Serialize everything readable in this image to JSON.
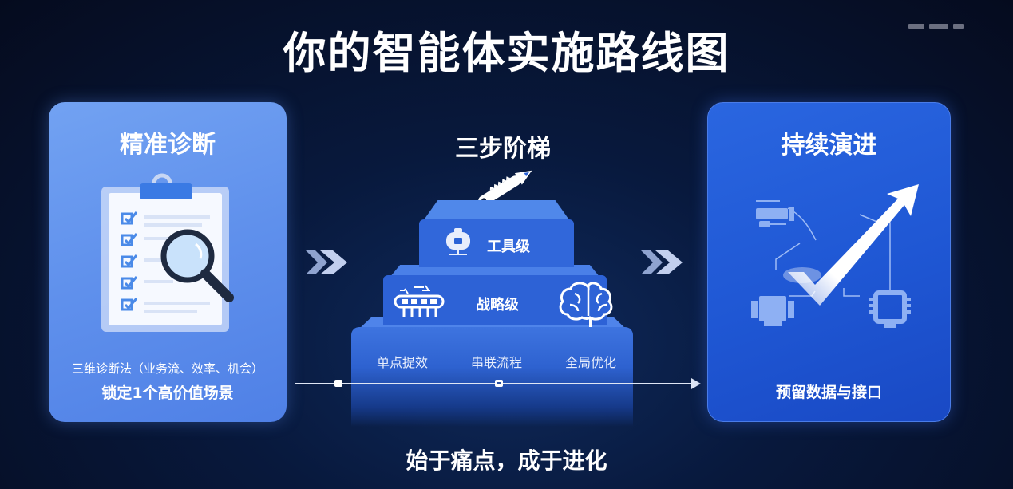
{
  "title": "你的智能体实施路线图",
  "window_controls": [
    "dash-1",
    "dash-2",
    "dash-3"
  ],
  "left_card": {
    "heading": "精准诊断",
    "icon": "clipboard-magnifier-icon",
    "caption_line1": "三维诊断法（业务流、效率、机会）",
    "caption_line2": "锁定1个高价值场景"
  },
  "center": {
    "heading": "三步阶梯",
    "top_icon": "wrench-rocket-icon",
    "steps": [
      {
        "label": "工具级",
        "icon": "robot-icon"
      },
      {
        "label": "战略级",
        "icon_left": "conveyor-icon",
        "icon_right": "brain-icon"
      }
    ],
    "base_labels": [
      "单点提效",
      "串联流程",
      "全局优化"
    ]
  },
  "right_card": {
    "heading": "持续演进",
    "icon": "growth-arrow-network-icon",
    "caption": "预留数据与接口"
  },
  "slogan": "始于痛点，成于进化",
  "colors": {
    "background": "#050b1e",
    "left_card": "#5f90ec",
    "right_card": "#1f57d4",
    "stair": "#2d62d6",
    "chevron": "#b8c6e8"
  }
}
